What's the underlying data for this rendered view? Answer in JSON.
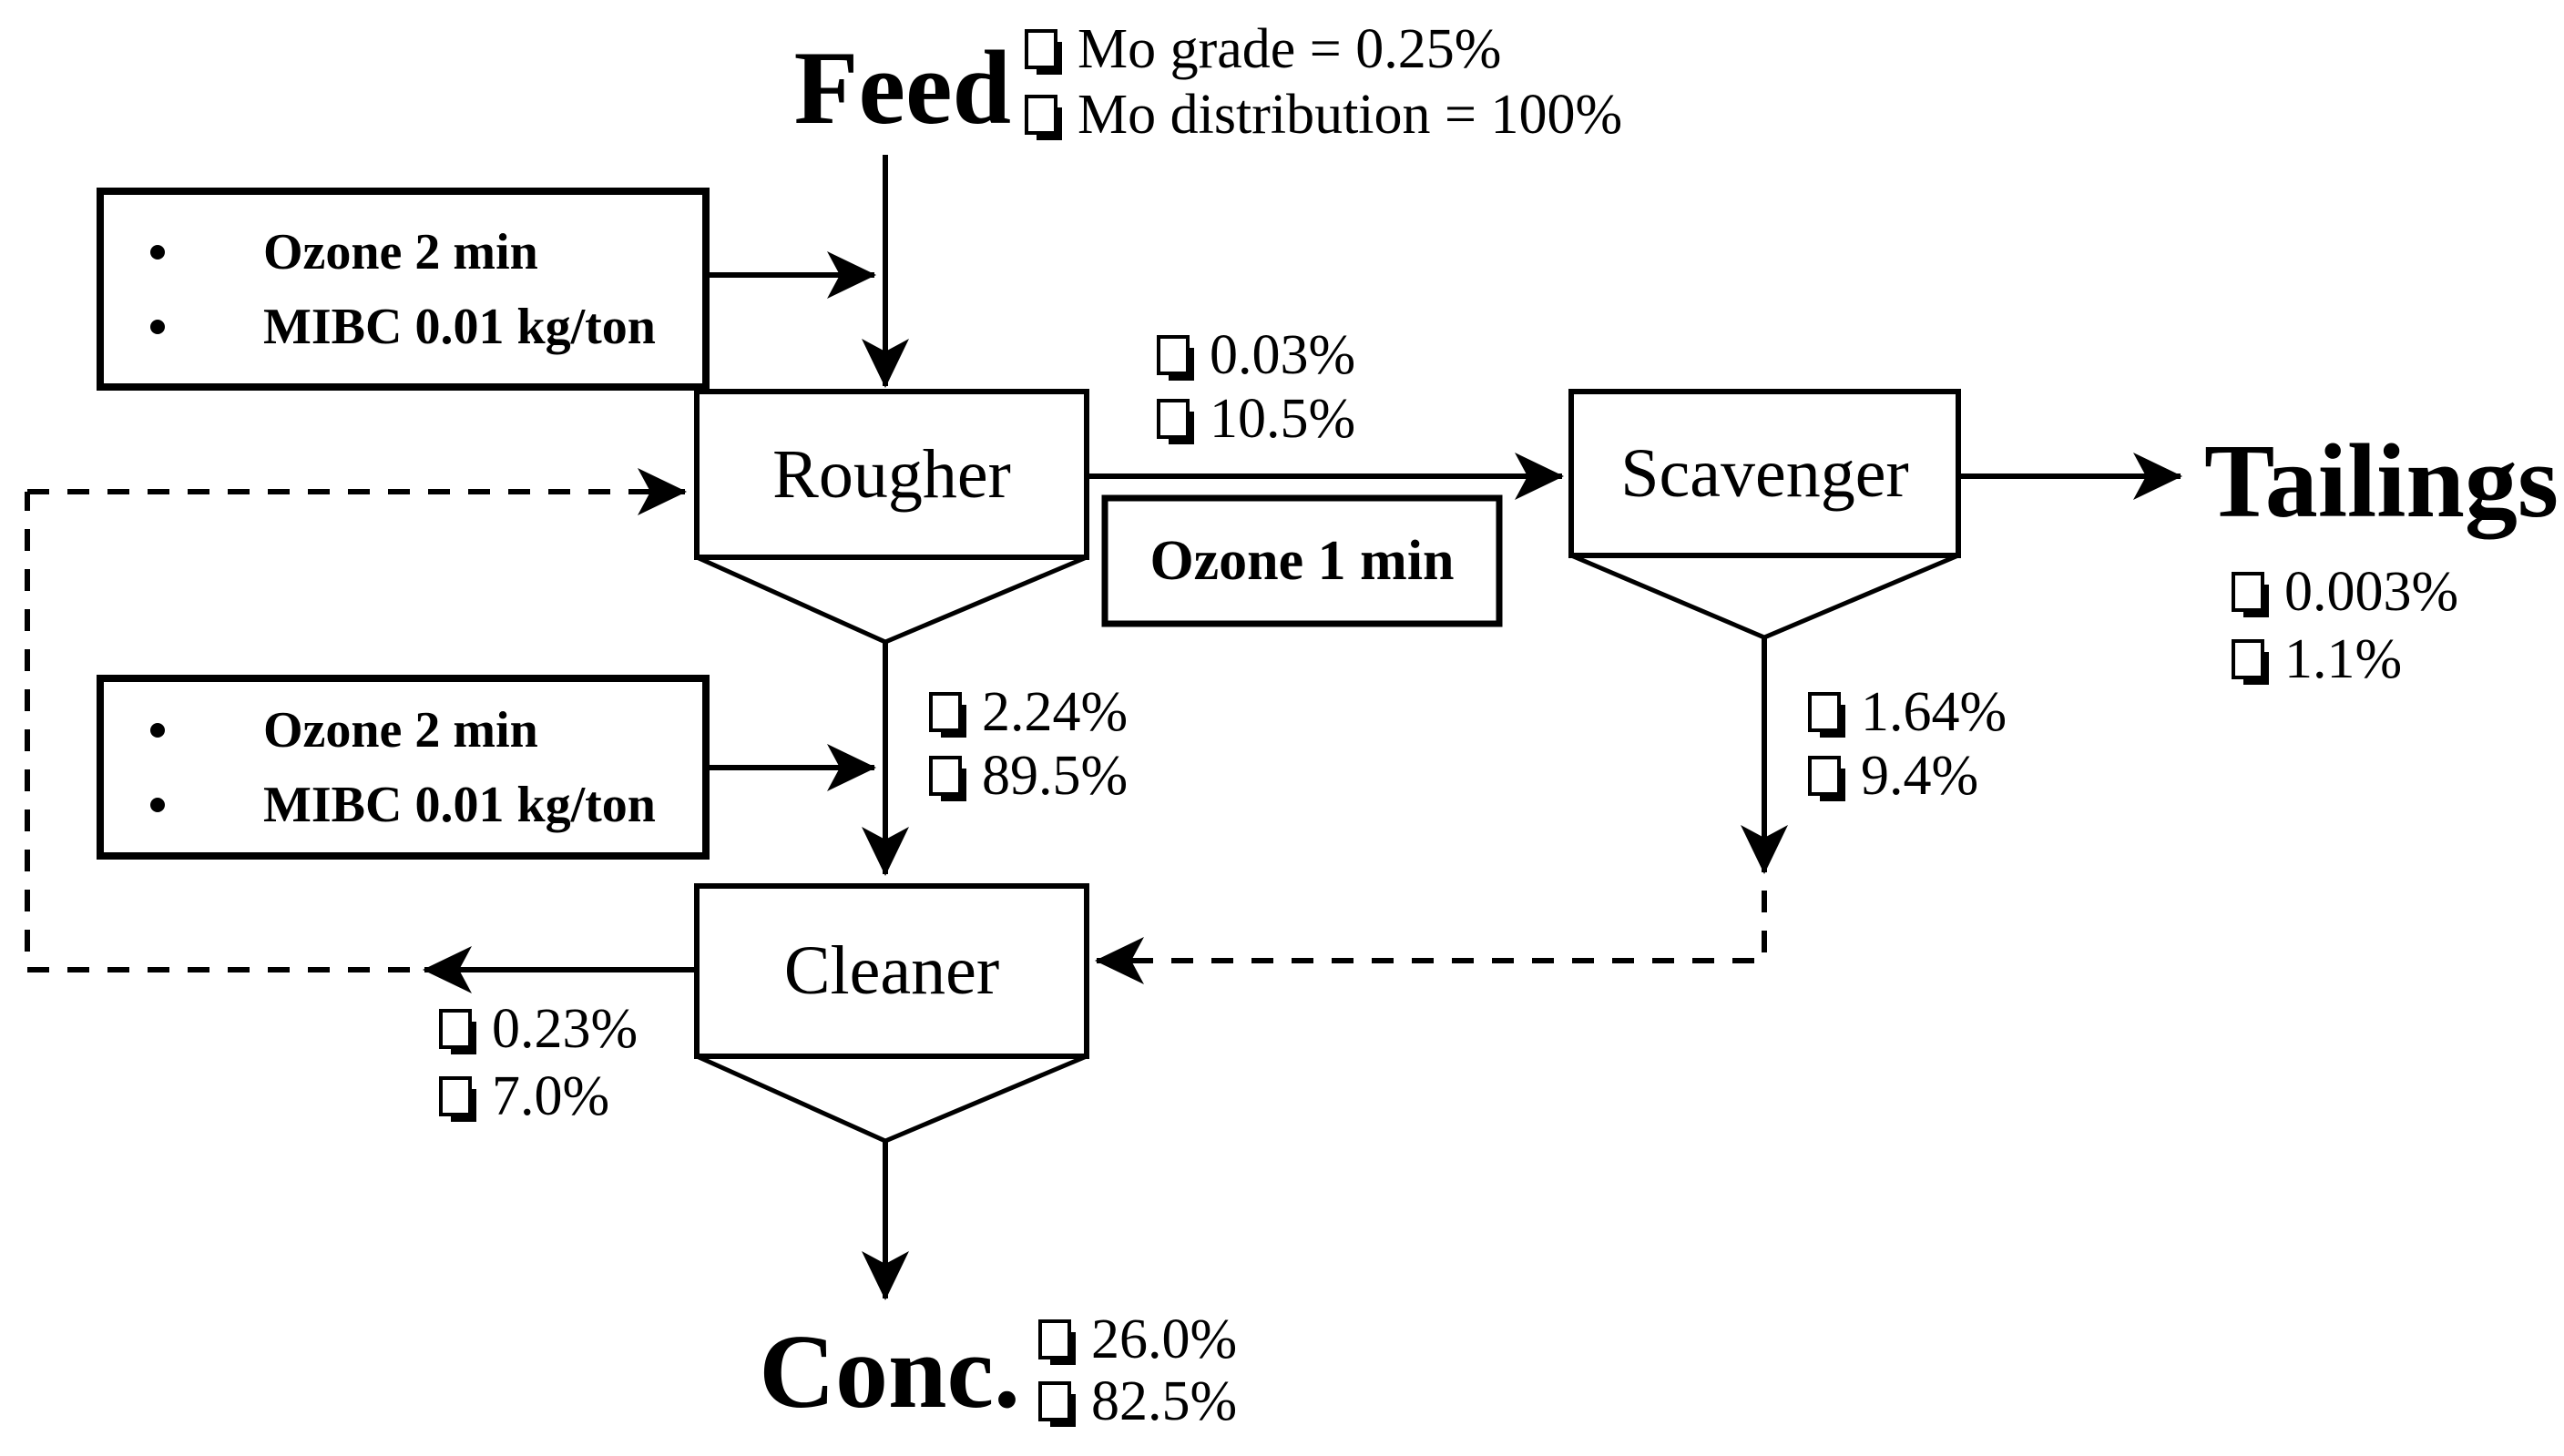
{
  "colors": {
    "ink": "#000000",
    "background": "#ffffff"
  },
  "nodes": {
    "feed": {
      "label": "Feed"
    },
    "rougher": {
      "label": "Rougher"
    },
    "scavenger": {
      "label": "Scavenger"
    },
    "cleaner": {
      "label": "Cleaner"
    },
    "tailings": {
      "label": "Tailings"
    },
    "conc": {
      "label": "Conc."
    }
  },
  "reagents": {
    "rougher_conditioning": {
      "items": [
        "Ozone 2 min",
        "MIBC 0.01 kg/ton"
      ]
    },
    "cleaner_conditioning": {
      "items": [
        "Ozone 2 min",
        "MIBC 0.01 kg/ton"
      ]
    },
    "scavenger_conditioning": {
      "label": "Ozone 1 min"
    }
  },
  "streams": {
    "feed": {
      "items": [
        "Mo grade = 0.25%",
        "Mo distribution = 100%"
      ]
    },
    "rougher_tailing": {
      "items": [
        "0.03%",
        "10.5%"
      ]
    },
    "rougher_conc": {
      "items": [
        "2.24%",
        "89.5%"
      ]
    },
    "scavenger_conc": {
      "items": [
        "1.64%",
        "9.4%"
      ]
    },
    "scavenger_tailing": {
      "items": [
        "0.003%",
        "1.1%"
      ]
    },
    "cleaner_tailing": {
      "items": [
        "0.23%",
        "7.0%"
      ]
    },
    "final_conc": {
      "items": [
        "26.0%",
        "82.5%"
      ]
    }
  }
}
